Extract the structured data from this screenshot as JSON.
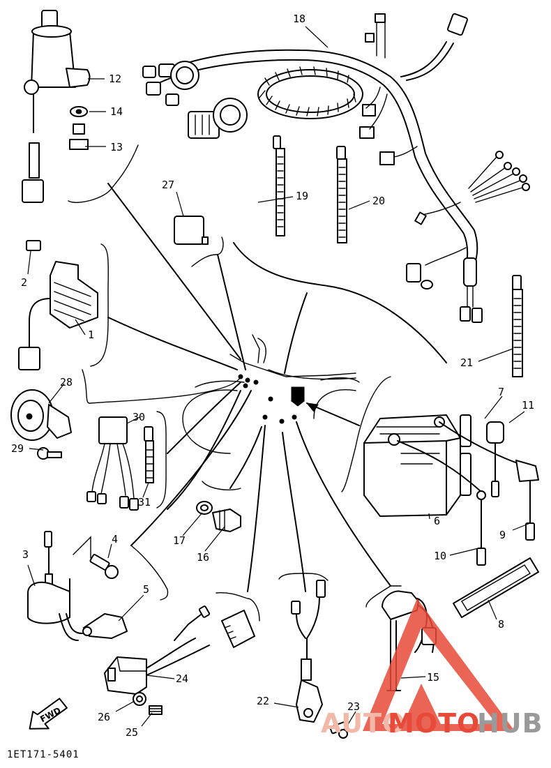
{
  "diagram": {
    "part_code": "1ET171-5401",
    "direction_label": "FWD",
    "callouts": {
      "c1": "1",
      "c2": "2",
      "c3": "3",
      "c4": "4",
      "c5": "5",
      "c6": "6",
      "c7": "7",
      "c8": "8",
      "c9": "9",
      "c10": "10",
      "c11": "11",
      "c12": "12",
      "c13": "13",
      "c14": "14",
      "c15": "15",
      "c16": "16",
      "c17": "17",
      "c18": "18",
      "c19": "19",
      "c20": "20",
      "c21": "21",
      "c22": "22",
      "c23": "23",
      "c24": "24",
      "c25": "25",
      "c26": "26",
      "c27": "27",
      "c28": "28",
      "c29": "29",
      "c30": "30",
      "c31": "31"
    }
  },
  "watermark": {
    "part1": "AUTO",
    "part2": "MOTO",
    "part3": "HUB",
    "colors": {
      "auto": "#f2b8a8",
      "moto": "#e84a3a",
      "hub": "#9a9a9a",
      "triangle": "#e84a3a"
    }
  }
}
